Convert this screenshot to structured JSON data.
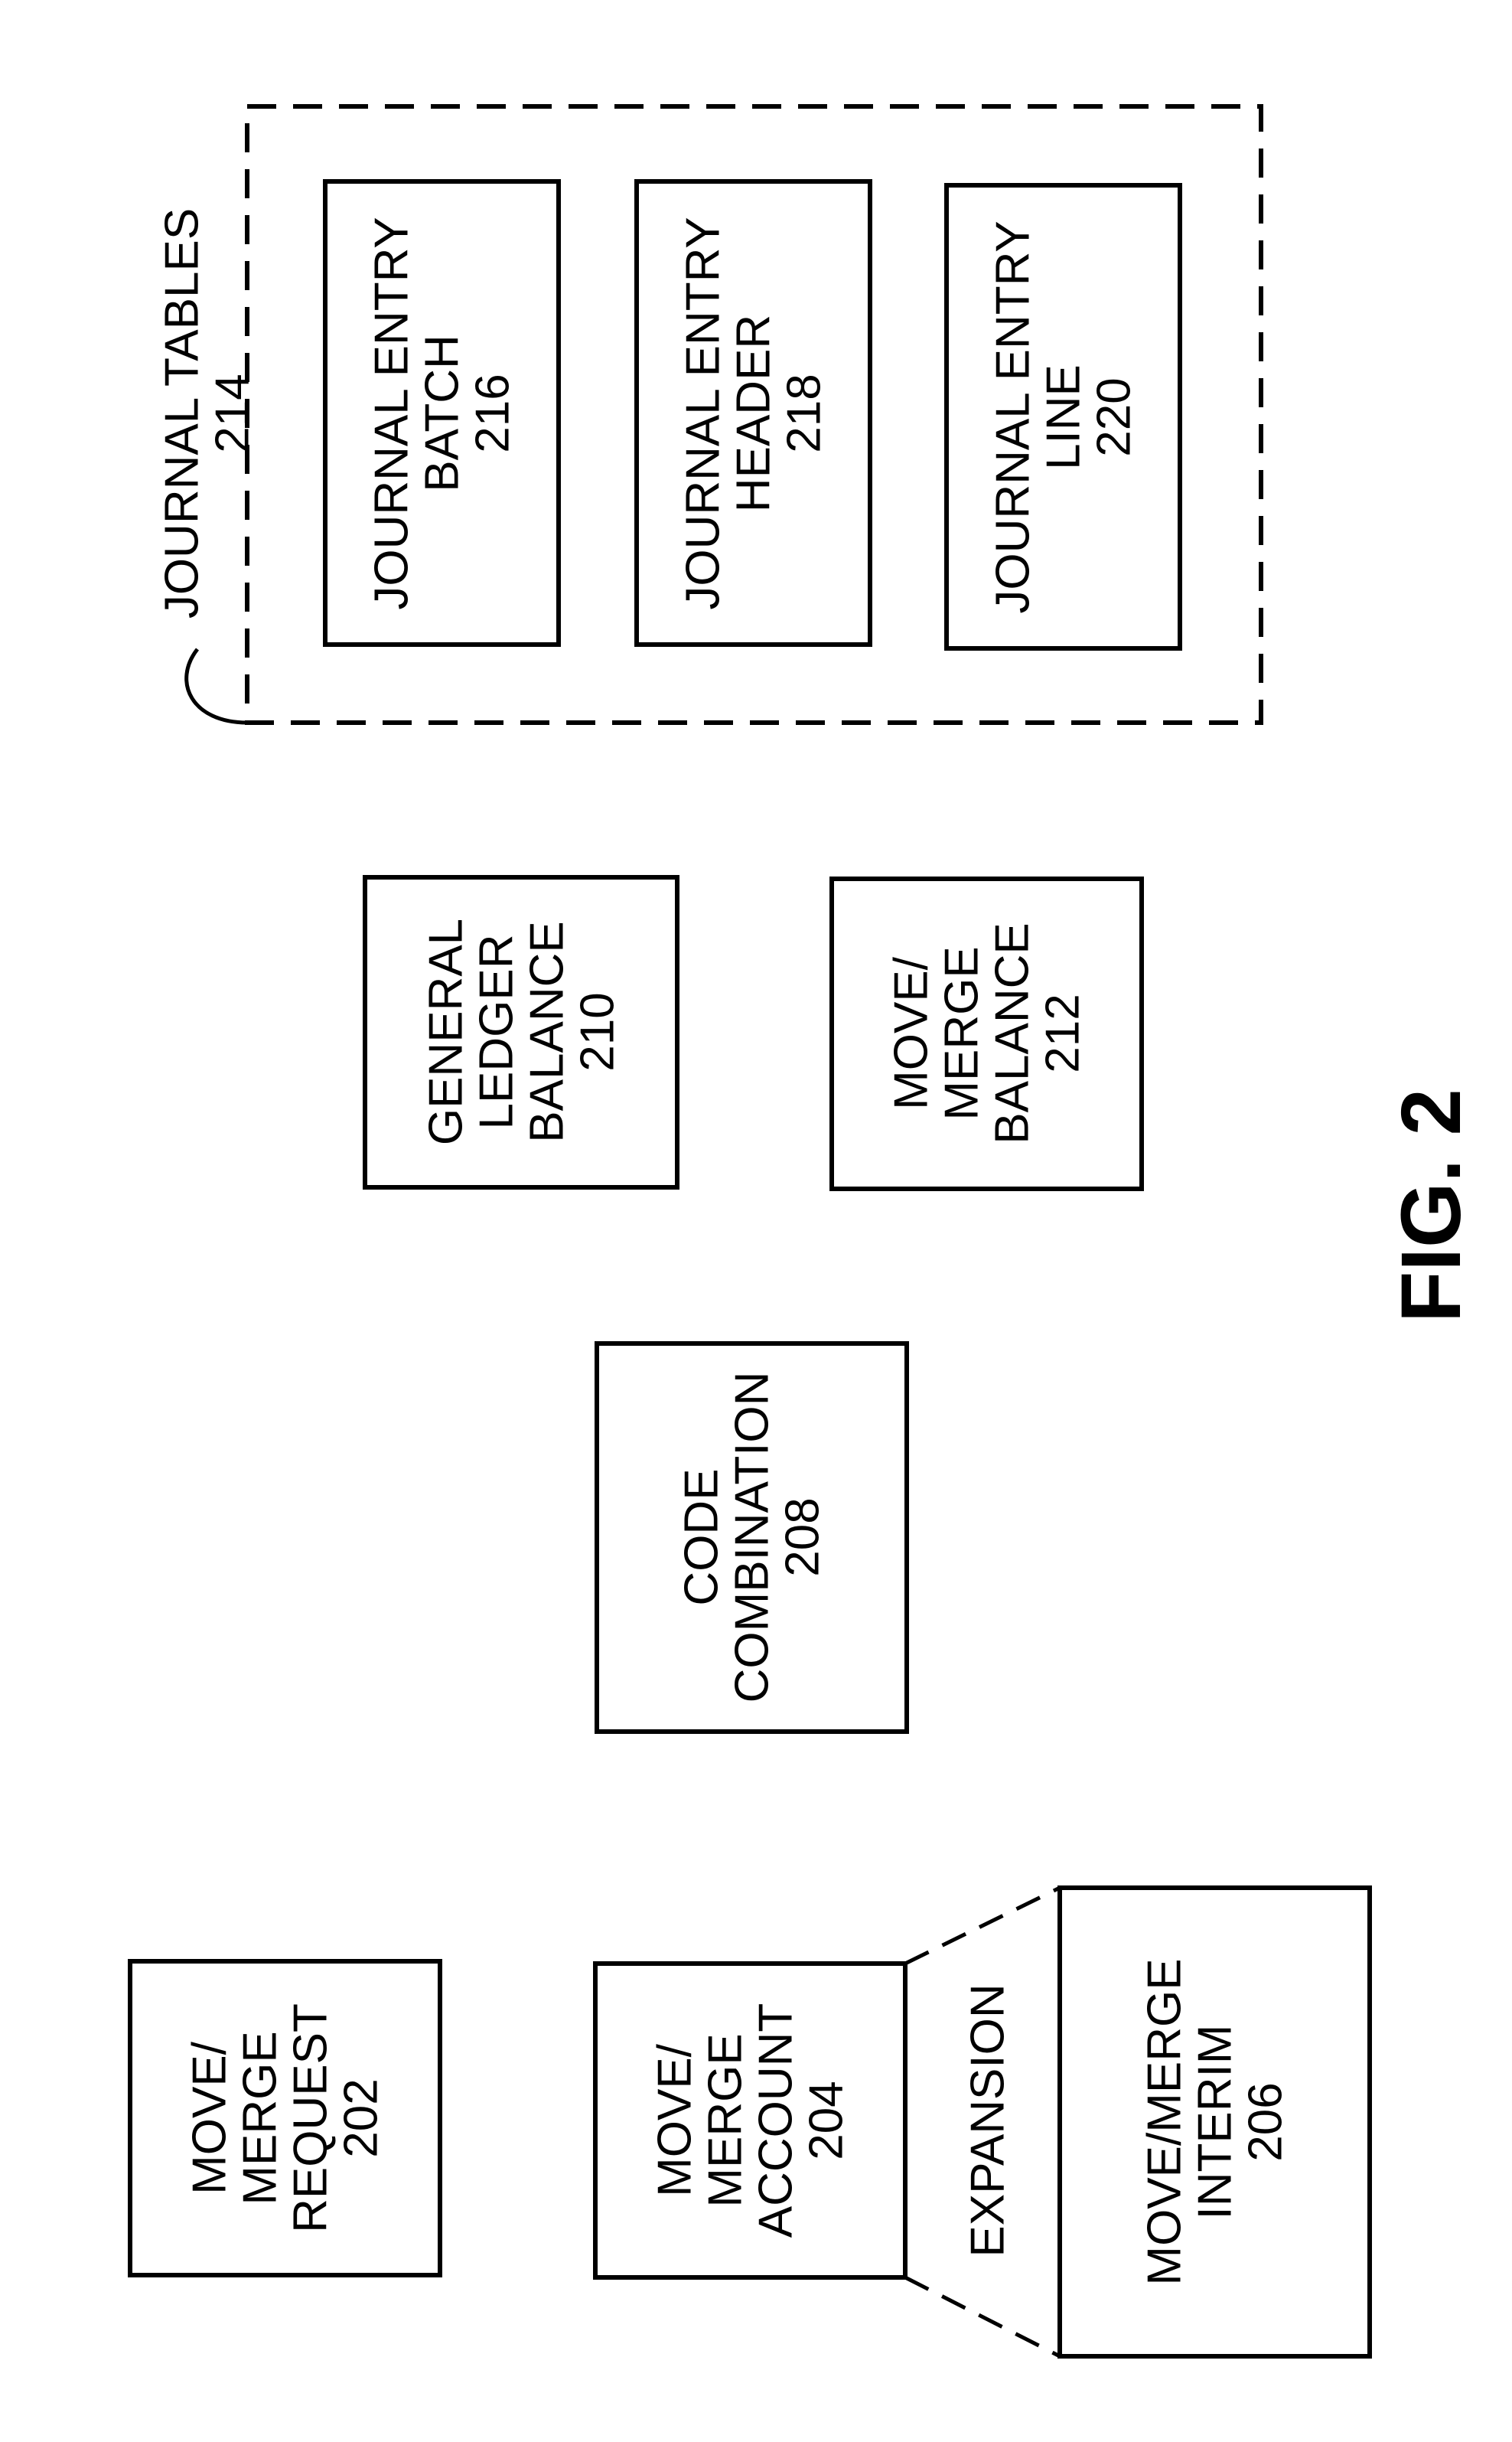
{
  "figure_label": "FIG. 2",
  "boxes": {
    "move_merge_request": {
      "lines": [
        "MOVE/",
        "MERGE",
        "REQUEST",
        "202"
      ]
    },
    "move_merge_account": {
      "lines": [
        "MOVE/",
        "MERGE",
        "ACCOUNT",
        "204"
      ]
    },
    "move_merge_interim": {
      "lines": [
        "MOVE/MERGE",
        "INTERIM",
        "206"
      ]
    },
    "code_combination": {
      "lines": [
        "CODE",
        "COMBINATION",
        "208"
      ]
    },
    "general_ledger_balance": {
      "lines": [
        "GENERAL",
        "LEDGER",
        "BALANCE",
        "210"
      ]
    },
    "move_merge_balance": {
      "lines": [
        "MOVE/",
        "MERGE",
        "BALANCE",
        "212"
      ]
    },
    "journal_entry_batch": {
      "lines": [
        "JOURNAL ENTRY",
        "BATCH",
        "216"
      ]
    },
    "journal_entry_header": {
      "lines": [
        "JOURNAL ENTRY",
        "HEADER",
        "218"
      ]
    },
    "journal_entry_line": {
      "lines": [
        "JOURNAL ENTRY",
        "LINE",
        "220"
      ]
    }
  },
  "journal_tables": {
    "lines": [
      "JOURNAL TABLES",
      "214"
    ]
  },
  "expansion_label": "EXPANSION"
}
